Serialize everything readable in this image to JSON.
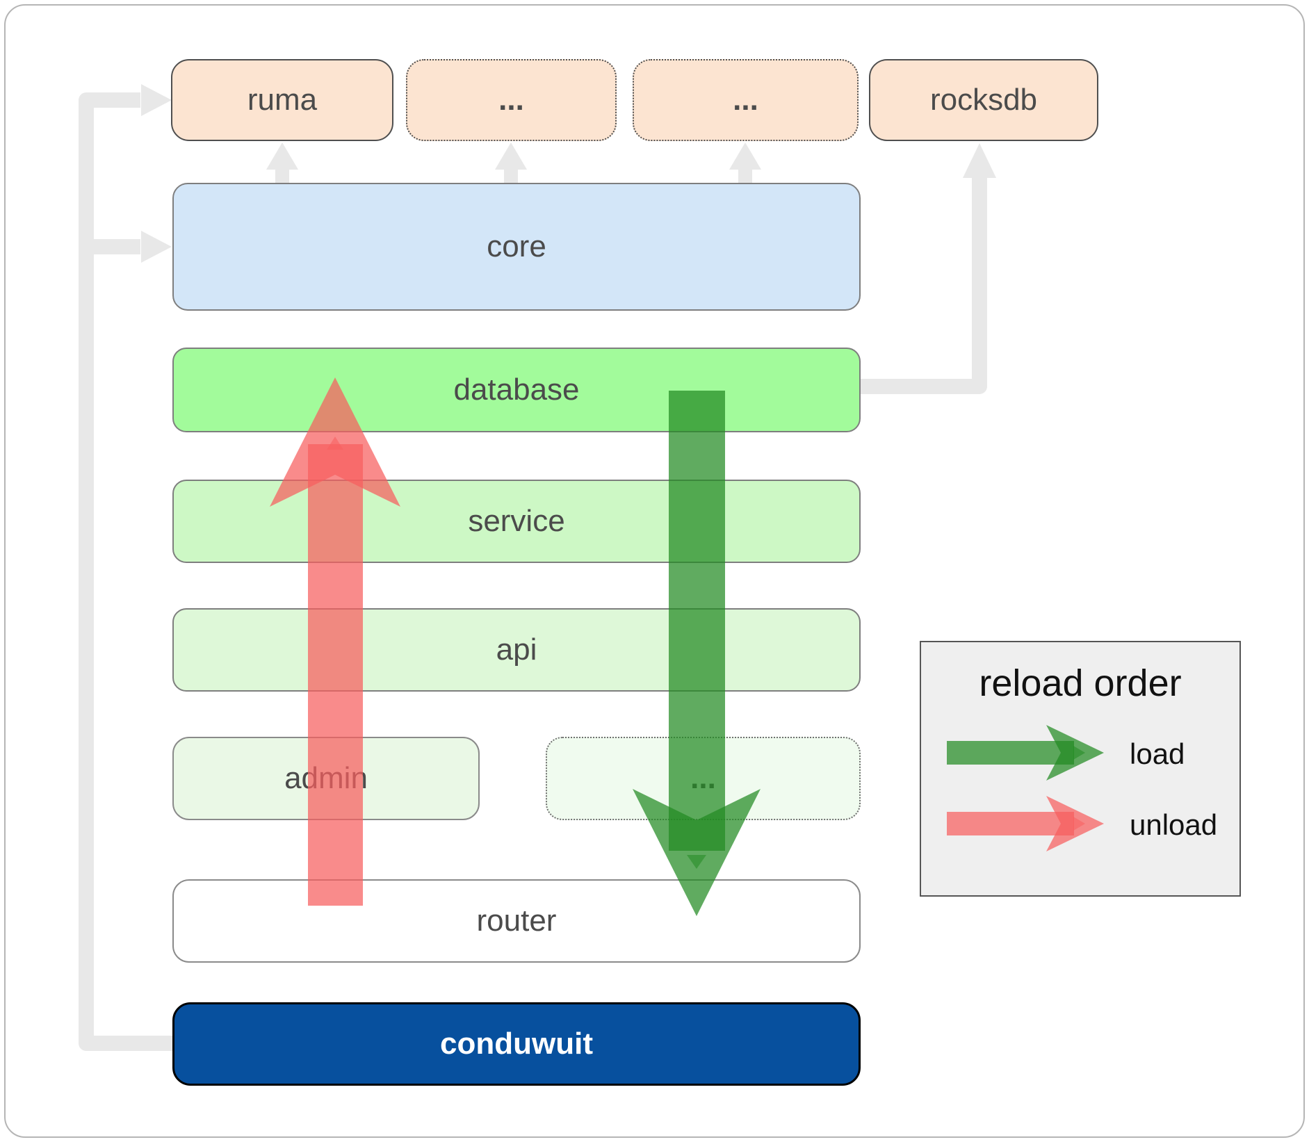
{
  "diagram": {
    "nodes": {
      "ruma": {
        "label": "ruma"
      },
      "ellipsis1": {
        "label": "..."
      },
      "ellipsis2": {
        "label": "..."
      },
      "rocksdb": {
        "label": "rocksdb"
      },
      "core": {
        "label": "core"
      },
      "database": {
        "label": "database"
      },
      "service": {
        "label": "service"
      },
      "api": {
        "label": "api"
      },
      "admin": {
        "label": "admin"
      },
      "ellipsis3": {
        "label": "..."
      },
      "router": {
        "label": "router"
      },
      "conduwuit": {
        "label": "conduwuit"
      }
    },
    "arrows": {
      "load": {
        "direction": "down"
      },
      "unload": {
        "direction": "up"
      }
    }
  },
  "legend": {
    "title": "reload order",
    "items": [
      {
        "label": "load",
        "icon": "green-arrow-icon"
      },
      {
        "label": "unload",
        "icon": "red-arrow-icon"
      }
    ]
  },
  "colors": {
    "peach": "#fce4d1",
    "blue": "#d3e6f8",
    "database_green": "#a2fb9b",
    "service_green": "#cdf8c5",
    "api_green": "#def8d8",
    "admin_green": "#eaf8e6",
    "ellipsis3_green": "#f0fbef",
    "router_white": "#ffffff",
    "conduwuit_blue": "#07509e",
    "load_green": "#228b22",
    "unload_red": "#f75e5e",
    "connector_gray": "#e8e8e8",
    "node_border": "#7e7e7e",
    "dark_border": "#4f4f4f",
    "label_gray": "#4b4b4b",
    "legend_bg": "#efefef",
    "legend_border": "#555555",
    "page_border": "#b5b5b5"
  }
}
